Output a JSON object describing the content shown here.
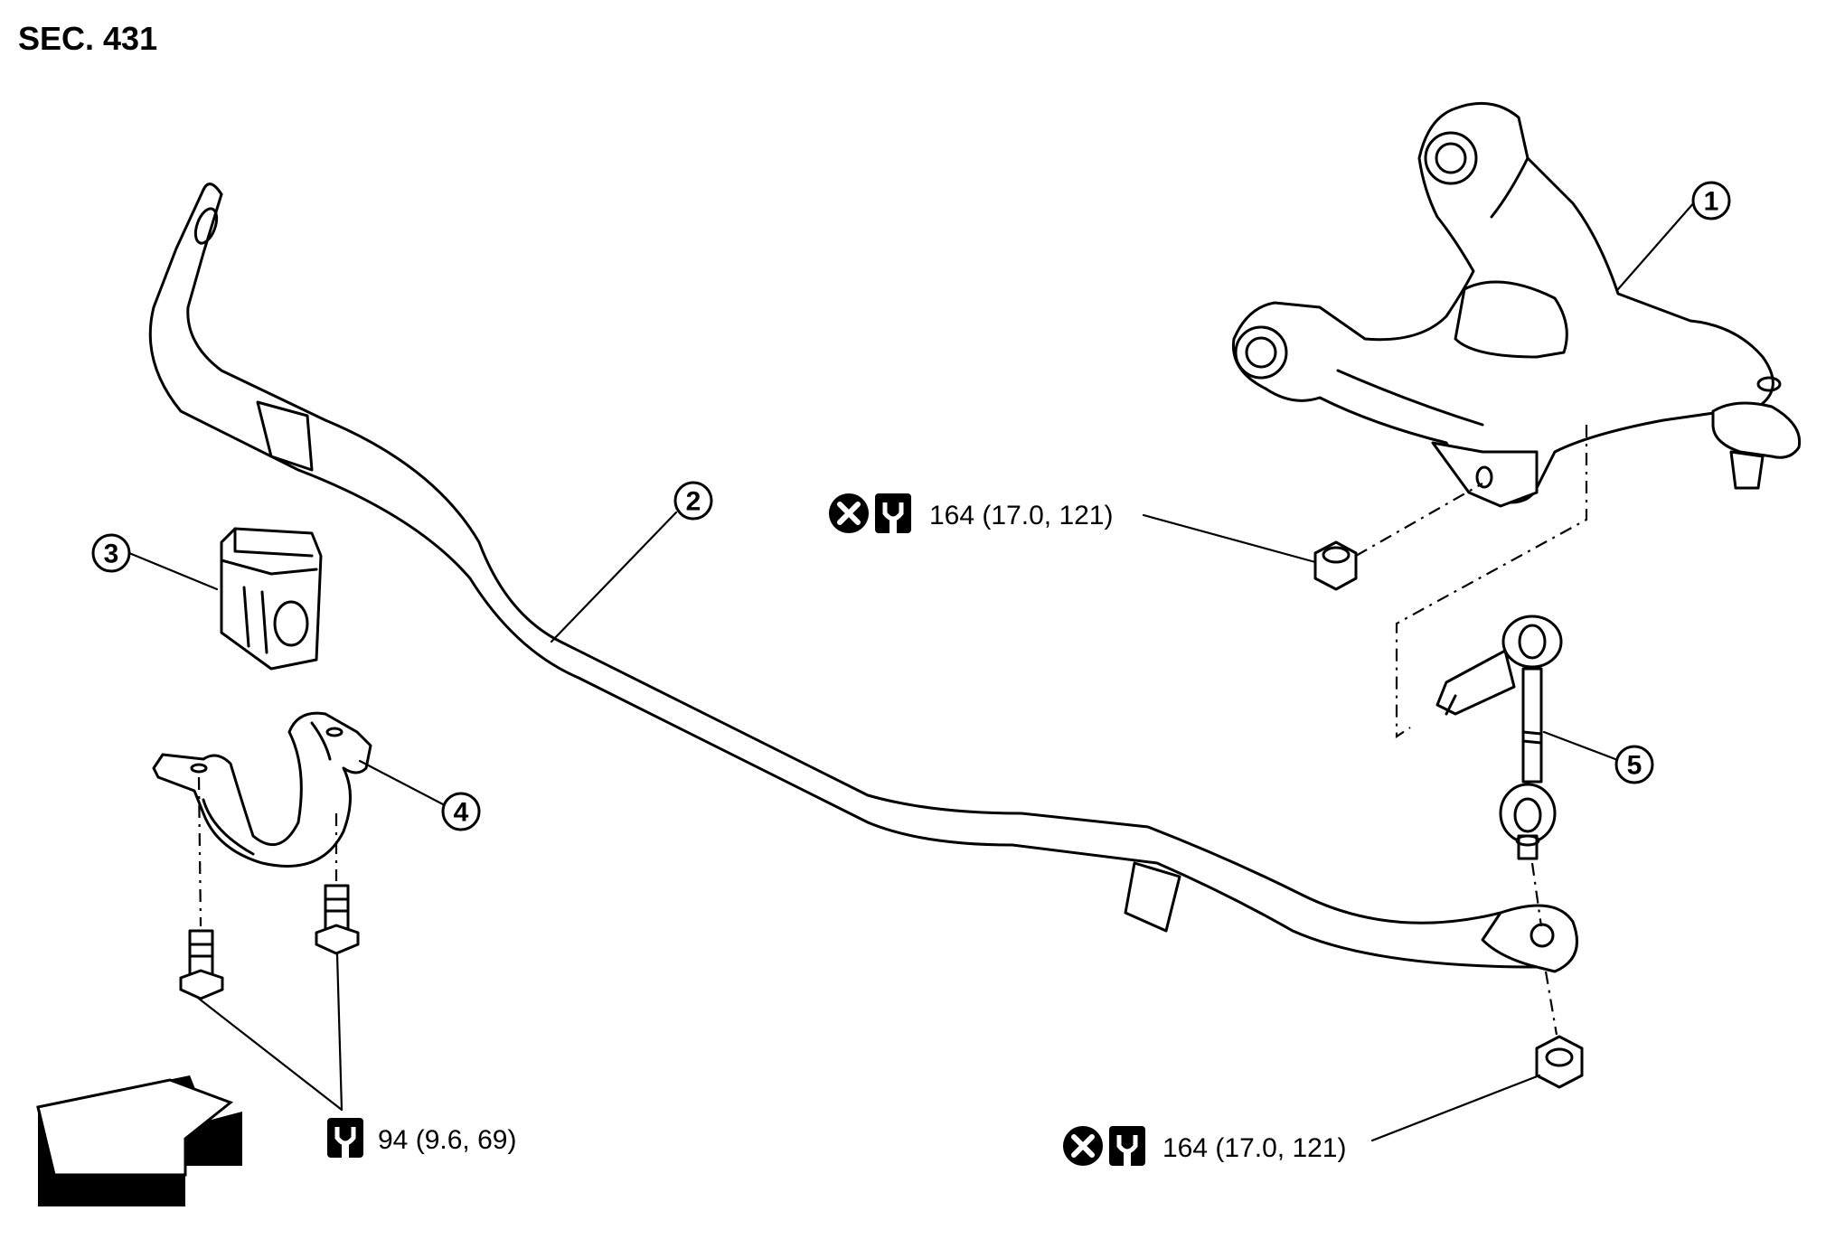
{
  "section_label": "SEC. 431",
  "callouts": [
    "1",
    "2",
    "3",
    "4",
    "5"
  ],
  "torques": {
    "upper_nut": "164 (17.0, 121)",
    "lower_nut": "164 (17.0, 121)",
    "bolts": "94 (9.6, 69)"
  },
  "icons": [
    "non-reusable-x-icon",
    "torque-wrench-icon",
    "front-direction-arrow"
  ]
}
